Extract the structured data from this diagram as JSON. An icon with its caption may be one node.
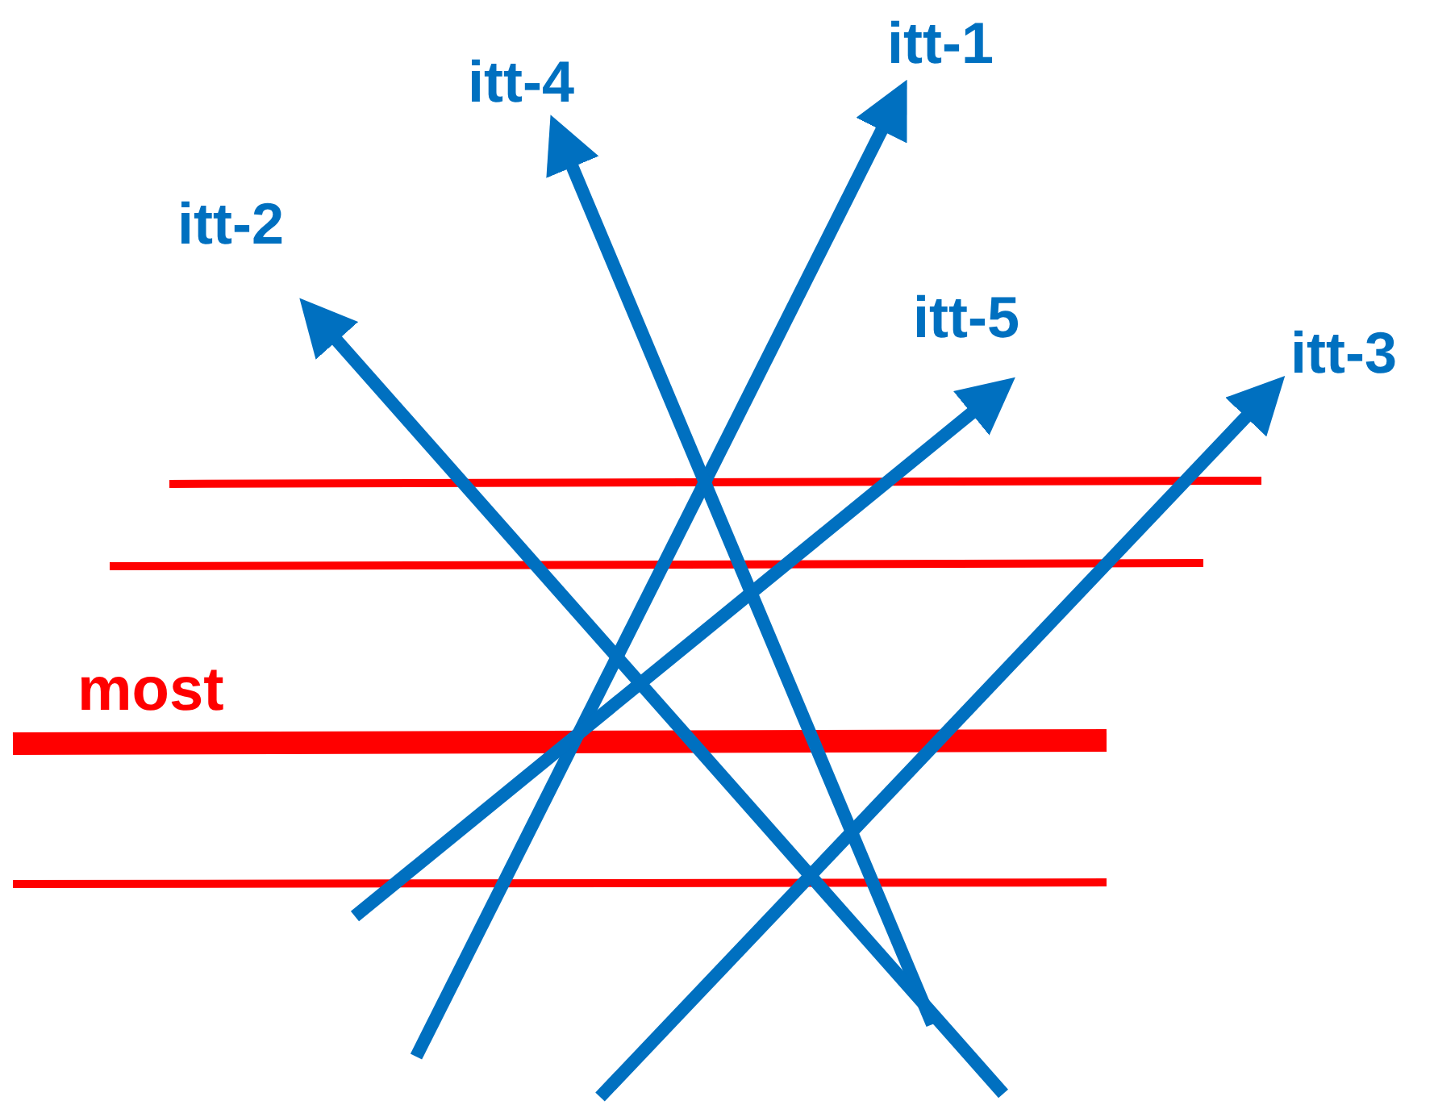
{
  "diagram": {
    "nodes": [
      {
        "text": [
          "itt-1"
        ]
      },
      {
        "text": [
          "itt-4"
        ]
      },
      {
        "text": [
          "itt-2"
        ]
      },
      {
        "text": [
          "itt-5"
        ]
      },
      {
        "text": [
          "itt-3"
        ]
      }
    ],
    "edges": [
      {
        "from": null,
        "to": 0,
        "arrow": "to"
      },
      {
        "from": null,
        "to": 1,
        "arrow": "to"
      },
      {
        "from": null,
        "to": 2,
        "arrow": "to"
      },
      {
        "from": null,
        "to": 3,
        "arrow": "to"
      },
      {
        "from": null,
        "to": 4,
        "arrow": "to"
      }
    ],
    "labels": [
      "most"
    ]
  }
}
